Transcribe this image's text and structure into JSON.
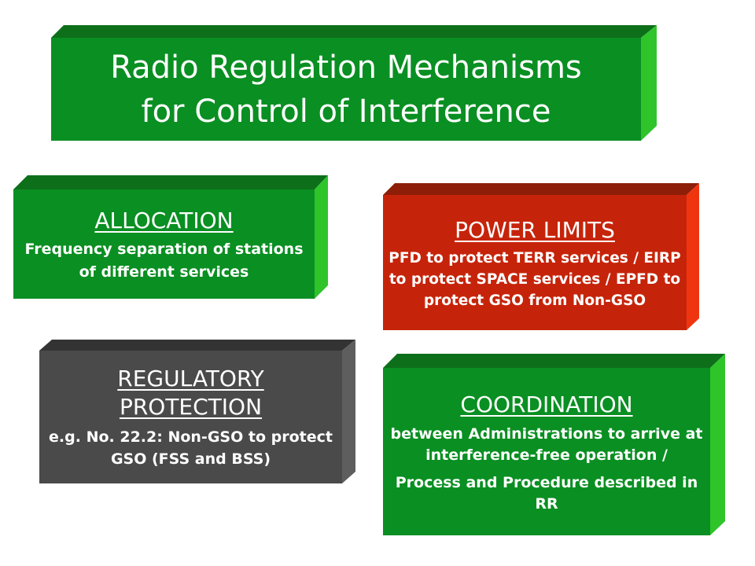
{
  "title": {
    "line1": "Radio Regulation Mechanisms",
    "line2": "for Control of Interference"
  },
  "boxes": {
    "allocation": {
      "heading": "ALLOCATION",
      "text": "Frequency separation of stations of different services"
    },
    "power_limits": {
      "heading": "POWER LIMITS",
      "text": "PFD to protect TERR services / EIRP to protect SPACE services / EPFD to protect GSO from Non-GSO"
    },
    "regulatory_protection": {
      "heading": "REGULATORY PROTECTION",
      "text": "e.g. No. 22.2: Non-GSO to protect GSO (FSS and BSS)"
    },
    "coordination": {
      "heading": "COORDINATION",
      "text1": "between Administrations to arrive at interference-free operation /",
      "text2": "Process and Procedure described in RR"
    }
  },
  "colors": {
    "green_front": "#0a8f22",
    "green_top": "#0d6f1a",
    "green_side": "#2ec42a",
    "red_front": "#c6240a",
    "red_top": "#8e1e08",
    "red_side": "#ef3510",
    "gray_front": "#4a4a4a",
    "gray_top": "#333333",
    "gray_side": "#5e5e5e"
  }
}
